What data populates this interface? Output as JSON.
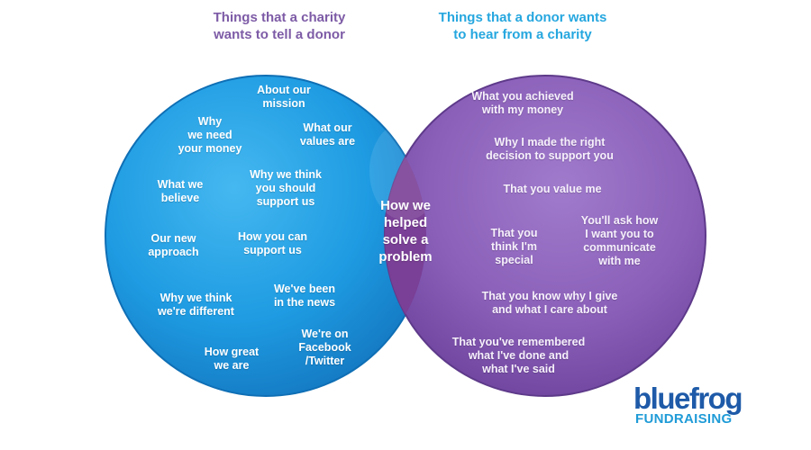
{
  "headings": {
    "left": "Things that a charity\nwants to tell a donor",
    "right": "Things that a donor wants\nto hear from a charity"
  },
  "left_items": [
    "About our\nmission",
    "Why\nwe need\nyour money",
    "What our\nvalues are",
    "What we\nbelieve",
    "Why we think\nyou should\nsupport us",
    "Our new\napproach",
    "How you can\nsupport us",
    "We've been\nin the news",
    "Why we think\nwe're different",
    "We're on\nFacebook\n/Twitter",
    "How great\nwe are"
  ],
  "center_item": "How we\nhelped\nsolve a\nproblem",
  "right_items": [
    "What you achieved\nwith my money",
    "Why I made the right\ndecision to support you",
    "That you value me",
    "That you\nthink I'm\nspecial",
    "You'll ask how\nI want you to\ncommunicate\nwith me",
    "That you know why I give\nand what I care about",
    "That you've remembered\nwhat I've done and\nwhat I've said"
  ],
  "logo": {
    "main": "bluefrog",
    "sub": "FUNDRAISING"
  },
  "colors": {
    "left_circle": "#1e9be2",
    "right_circle": "#8a5fb8",
    "overlap": "#7a3f96",
    "heading_left": "#7d5ba6",
    "heading_right": "#26a7df"
  }
}
